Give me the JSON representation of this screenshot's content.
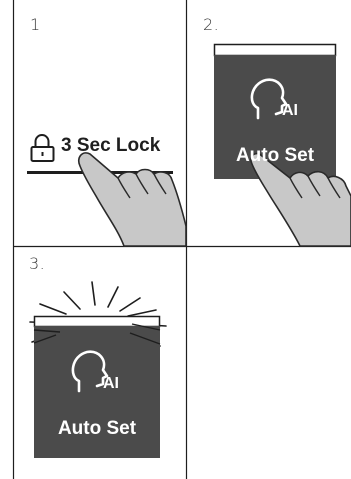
{
  "steps": [
    {
      "number": "1",
      "label": "3 Sec Lock"
    },
    {
      "number": "2.",
      "label": "Auto Set",
      "icon_text": "AI"
    },
    {
      "number": "3.",
      "label": "Auto Set",
      "icon_text": "AI"
    }
  ],
  "icons": {
    "lock": "lock-icon",
    "head": "ai-head-icon",
    "hand": "pointing-hand-icon"
  },
  "colors": {
    "panel": "#4b4b4b",
    "hand_fill": "#c8c8c8",
    "line": "#1e1e1e"
  }
}
